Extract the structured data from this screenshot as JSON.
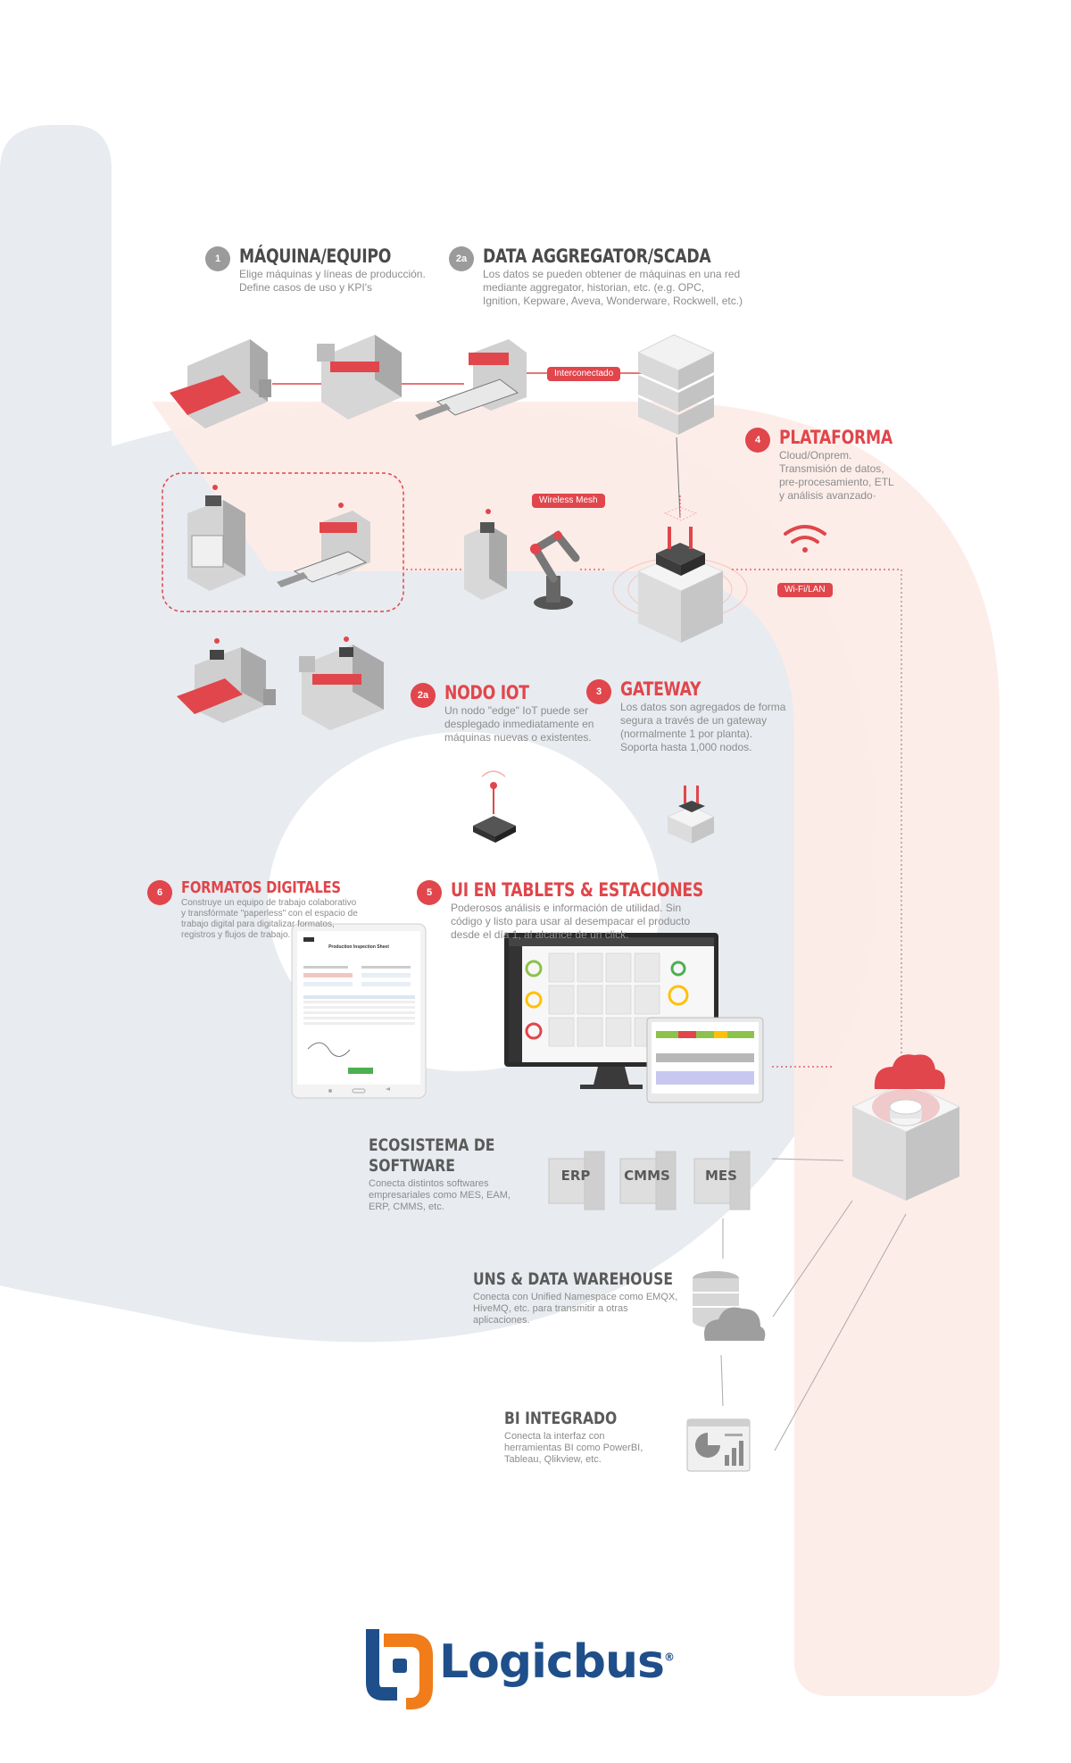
{
  "steps": {
    "maquina": {
      "number": "1",
      "title": "MÁQUINA/EQUIPO",
      "desc": [
        "Elige máquinas y líneas de producción.",
        "Define casos de uso y KPI's"
      ]
    },
    "aggregator": {
      "number": "2a",
      "title": "DATA AGGREGATOR/SCADA",
      "desc": [
        "Los datos se pueden obtener de máquinas en una red",
        "mediante aggregator, historian, etc. (e.g. OPC,",
        "Ignition, Kepware, Aveva, Wonderware, Rockwell, etc.)"
      ]
    },
    "plataforma": {
      "number": "4",
      "title": "PLATAFORMA",
      "desc": [
        "Cloud/Onprem.",
        "Transmisión de datos,",
        "pre-procesamiento, ETL",
        "y análisis avanzado·"
      ]
    },
    "nodo": {
      "number": "2a",
      "title": "NODO IOT",
      "desc": [
        "Un nodo \"edge\" IoT puede ser",
        "desplegado inmediatamente en",
        "máquinas nuevas o existentes."
      ]
    },
    "gateway": {
      "number": "3",
      "title": "GATEWAY",
      "desc": [
        "Los datos son agregados de forma",
        "segura a través de un gateway",
        "(normalmente 1 por planta).",
        "Soporta hasta 1,000 nodos."
      ]
    },
    "formatos": {
      "number": "6",
      "title": "FORMATOS DIGITALES",
      "desc": [
        "Construye un equipo de trabajo colaborativo",
        "y transfórmate \"paperless\" con el espacio de",
        "trabajo digital para digitalizar formatos,",
        "registros y flujos de trabajo."
      ]
    },
    "ui": {
      "number": "5",
      "title": "UI EN TABLETS & ESTACIONES",
      "desc": [
        "Poderosos análisis e información de utilidad. Sin",
        "código y listo para usar al desempacar el producto",
        "desde el día 1, al alcance de un click."
      ]
    }
  },
  "labels": {
    "interconectado": "Interconectado",
    "wireless_mesh": "Wireless Mesh",
    "wifi_lan": "Wi-Fi/LAN"
  },
  "sections": {
    "ecosistema": {
      "title": [
        "ECOSISTEMA DE",
        "SOFTWARE"
      ],
      "desc": [
        "Conecta distintos softwares",
        "empresariales como MES, EAM,",
        "ERP, CMMS, etc."
      ]
    },
    "uns": {
      "title": "UNS & DATA WAREHOUSE",
      "desc": [
        "Conecta con Unified Namespace como EMQX,",
        "HiveMQ, etc. para transmitir a otras",
        "aplicaciones."
      ]
    },
    "bi": {
      "title": "BI INTEGRADO",
      "desc": [
        "Conecta la interfaz con",
        "herramientas BI como PowerBI,",
        "Tableau, Qlikview, etc."
      ]
    }
  },
  "software": {
    "erp": "ERP",
    "cmms": "CMMS",
    "mes": "MES"
  },
  "tablet": {
    "title": "Production Inspection Sheet"
  },
  "brand": {
    "name": "Logicbus",
    "registered": "®"
  },
  "colors": {
    "accent": "#e0464b",
    "brand_blue": "#1f4f8a",
    "brand_orange": "#f07d1a",
    "band_gray": "#e6e9ee",
    "band_pink": "#fdece7"
  }
}
